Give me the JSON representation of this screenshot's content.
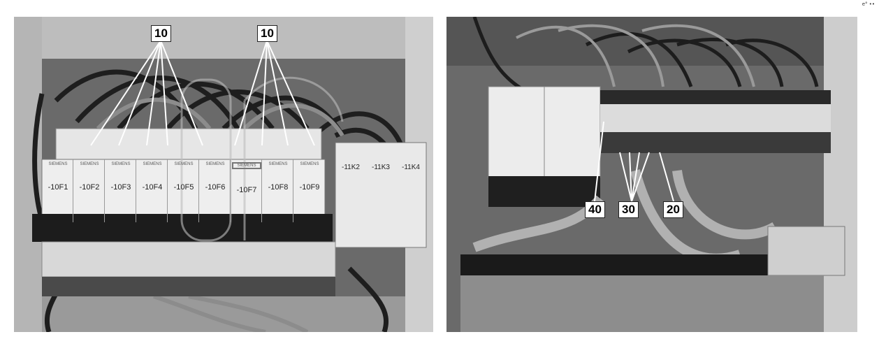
{
  "callouts": {
    "left_a": "10",
    "left_b": "10",
    "right_40": "40",
    "right_30": "30",
    "right_20": "20"
  },
  "left_panel": {
    "breakers": [
      "-10F1",
      "-10F2",
      "-10F3",
      "-10F4",
      "-10F5",
      "-10F6",
      "-10F7",
      "-10F8",
      "-10F9"
    ],
    "brand": "SIEMENS",
    "relays": [
      "-11K2",
      "-11K3",
      "-11K4"
    ]
  },
  "corner_mark": "e° ••"
}
